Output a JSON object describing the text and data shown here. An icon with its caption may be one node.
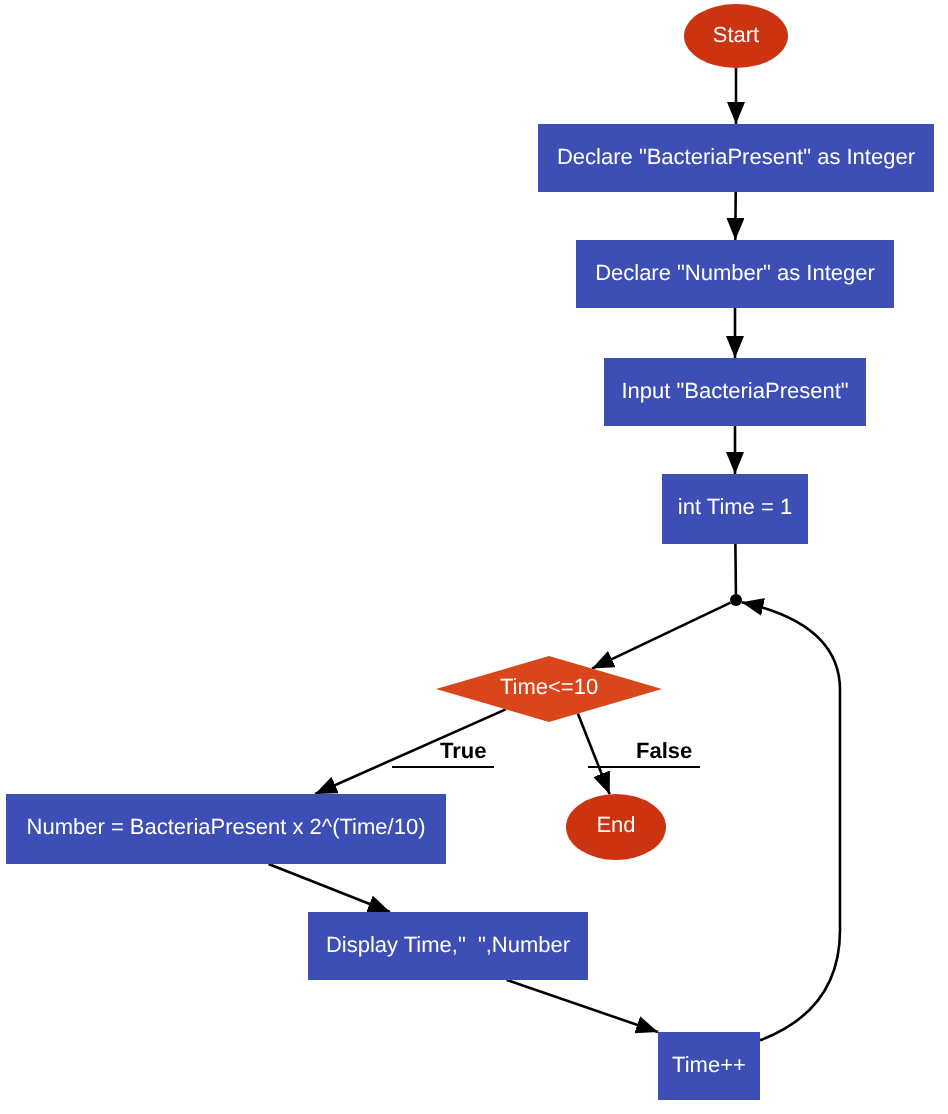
{
  "diagram": {
    "nodes": [
      {
        "text": [
          "Start"
        ]
      },
      {
        "text": [
          "Declare \"BacteriaPresent\" as Integer"
        ]
      },
      {
        "text": [
          "Declare \"Number\" as Integer"
        ]
      },
      {
        "text": [
          "Input \"BacteriaPresent\""
        ]
      },
      {
        "text": [
          "int Time = 1"
        ]
      },
      {
        "text": [],
        "shape": "circle"
      },
      {
        "text": [
          "Time<=10"
        ]
      },
      {
        "text": [
          "Number = BacteriaPresent x 2^(Time/10)"
        ]
      },
      {
        "text": [
          "End"
        ]
      },
      {
        "text": [
          "Display Time,\"  \",Number"
        ]
      },
      {
        "text": [
          "Time++"
        ]
      }
    ],
    "edges": [
      {
        "from": 0,
        "to": 1,
        "arrow": "to"
      },
      {
        "from": 1,
        "to": 2,
        "arrow": "to"
      },
      {
        "from": 2,
        "to": 3,
        "arrow": "to"
      },
      {
        "from": 3,
        "to": 4,
        "arrow": "to"
      },
      {
        "from": 4,
        "to": 5,
        "arrow": "none"
      },
      {
        "from": 5,
        "to": 6,
        "arrow": "to"
      },
      {
        "from": 6,
        "to": 7,
        "arrow": "to",
        "label": "True"
      },
      {
        "from": 6,
        "to": 8,
        "arrow": "to",
        "label": "False"
      },
      {
        "from": 7,
        "to": 9,
        "arrow": "to"
      },
      {
        "from": 9,
        "to": 10,
        "arrow": "to"
      },
      {
        "from": 10,
        "to": 5,
        "arrow": "to"
      }
    ]
  }
}
